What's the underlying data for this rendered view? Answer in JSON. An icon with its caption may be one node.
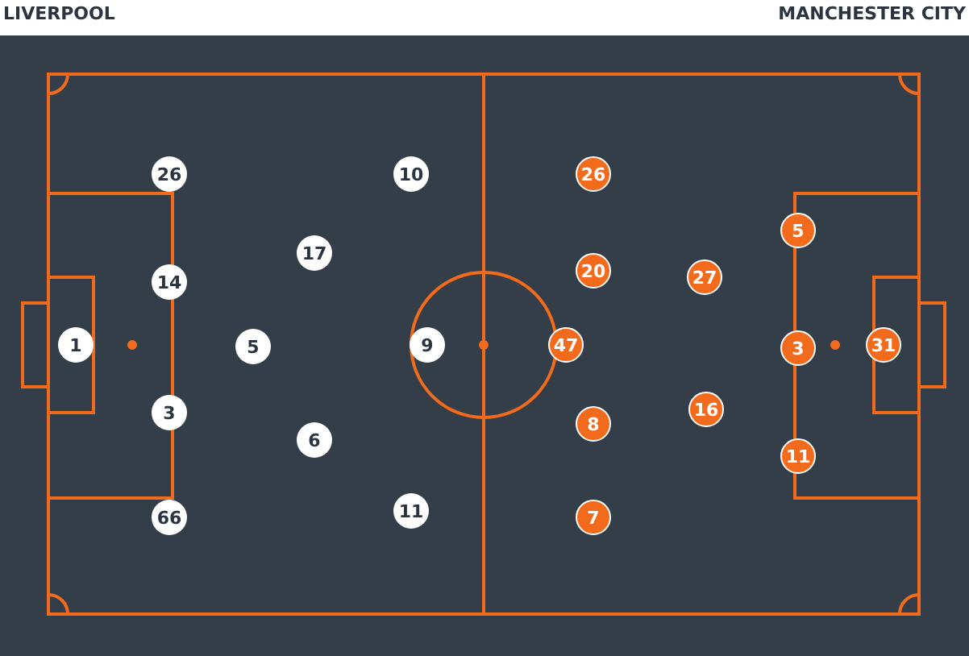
{
  "diagram": {
    "nodes": [
      {
        "text": [
          "26"
        ]
      },
      {
        "text": [
          "10"
        ]
      },
      {
        "text": [
          "17"
        ]
      },
      {
        "text": [
          "14"
        ]
      },
      {
        "text": [
          "1"
        ]
      },
      {
        "text": [
          "5"
        ]
      },
      {
        "text": [
          "9"
        ]
      },
      {
        "text": [
          "3"
        ]
      },
      {
        "text": [
          "6"
        ]
      },
      {
        "text": [
          "66"
        ]
      },
      {
        "text": [
          "11"
        ]
      },
      {
        "text": [
          "26"
        ]
      },
      {
        "text": [
          "5"
        ]
      },
      {
        "text": [
          "20"
        ]
      },
      {
        "text": [
          "27"
        ]
      },
      {
        "text": [
          "47"
        ]
      },
      {
        "text": [
          "3"
        ]
      },
      {
        "text": [
          "31"
        ]
      },
      {
        "text": [
          "8"
        ]
      },
      {
        "text": [
          "16"
        ]
      },
      {
        "text": [
          "11"
        ]
      },
      {
        "text": [
          "7"
        ]
      }
    ],
    "labels": [
      "LIVERPOOL",
      "MANCHESTER CITY"
    ]
  }
}
